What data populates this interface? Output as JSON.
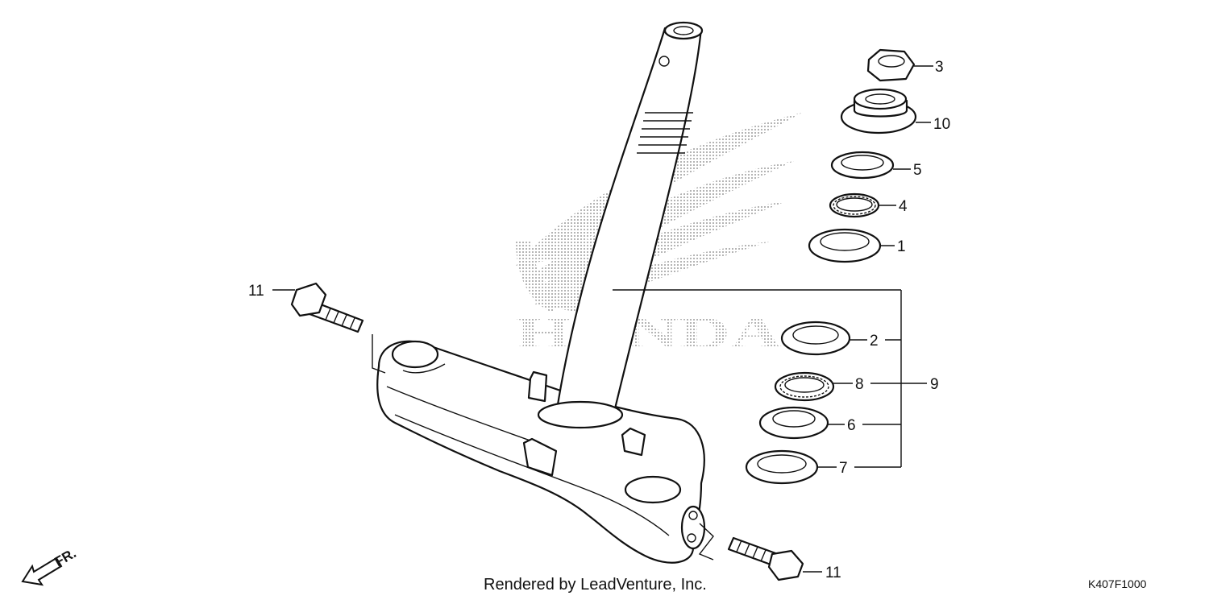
{
  "watermark": {
    "brand": "HONDA"
  },
  "front_marker": {
    "label": "FR."
  },
  "callouts": {
    "c3": "3",
    "c10": "10",
    "c5": "5",
    "c4": "4",
    "c1": "1",
    "c2": "2",
    "c8": "8",
    "c9": "9",
    "c6": "6",
    "c7": "7",
    "c11_upper": "11",
    "c11_lower": "11"
  },
  "footer": {
    "credit": "Rendered by LeadVenture, Inc.",
    "diagram_code": "K407F1000"
  }
}
